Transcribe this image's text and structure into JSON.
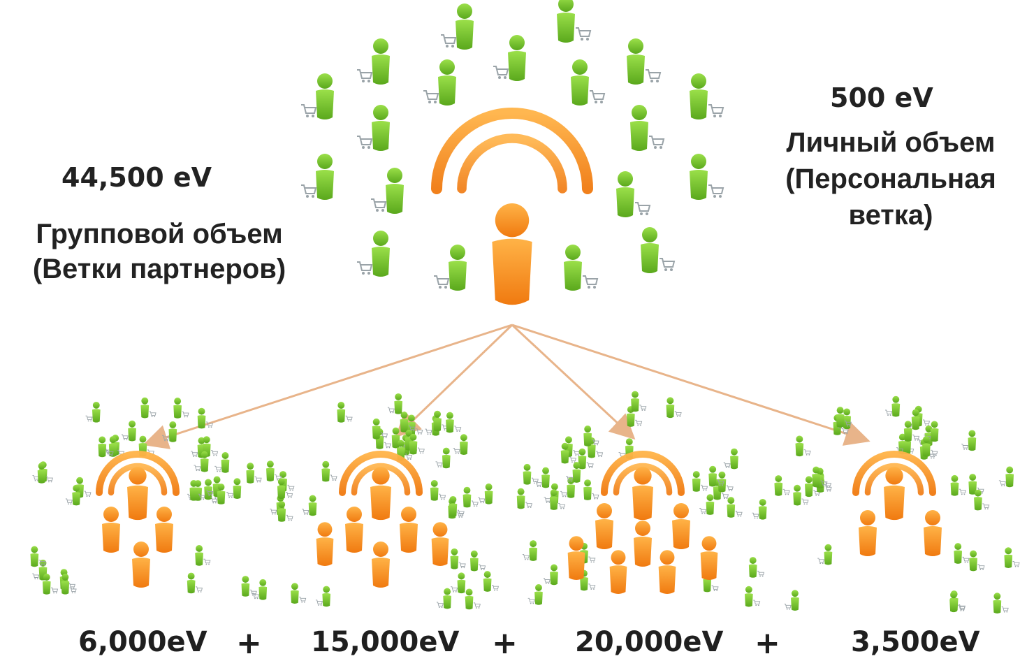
{
  "colors": {
    "leader": "#f08a1c",
    "leader_light": "#ffb347",
    "member": "#7ccd2d",
    "member_dark": "#5aa81c",
    "arrow": "#e8b48a",
    "text": "#222222"
  },
  "icons": {
    "leader": "person-orange-icon",
    "member": "person-green-icon",
    "signal": "broadcast-arcs-icon",
    "cart": "shopping-cart-icon"
  },
  "group_volume": {
    "value": "44,500 eV",
    "title_line1": "Групповой объем",
    "title_line2": "(Ветки партнеров)"
  },
  "personal_volume": {
    "value": "500 eV",
    "title_line1": "Личный объем",
    "title_line2": "(Персональная",
    "title_line3": "ветка)"
  },
  "branches": [
    {
      "value": "6,000eV",
      "leaders": 4
    },
    {
      "value": "15,000eV",
      "leaders": 6
    },
    {
      "value": "20,000eV",
      "leaders": 8
    },
    {
      "value": "3,500eV",
      "leaders": 3
    }
  ],
  "operators": [
    "+",
    "+",
    "+"
  ]
}
